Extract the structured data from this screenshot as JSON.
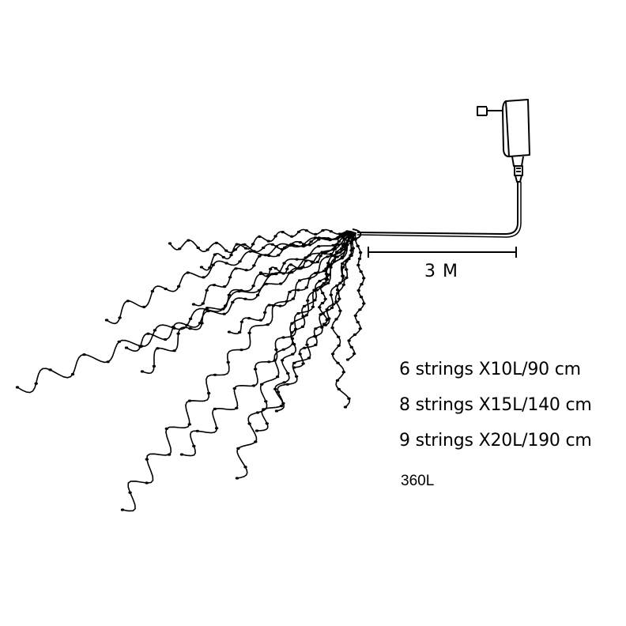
{
  "cable": {
    "length_label": "3 M"
  },
  "specs": [
    "6 strings X10L/90 cm",
    "8 strings X15L/140 cm",
    "9 strings X20L/190 cm"
  ],
  "total_label": "360L",
  "colors": {
    "line": "#000000",
    "background": "#ffffff"
  },
  "icons": [
    "power-plug-icon"
  ]
}
